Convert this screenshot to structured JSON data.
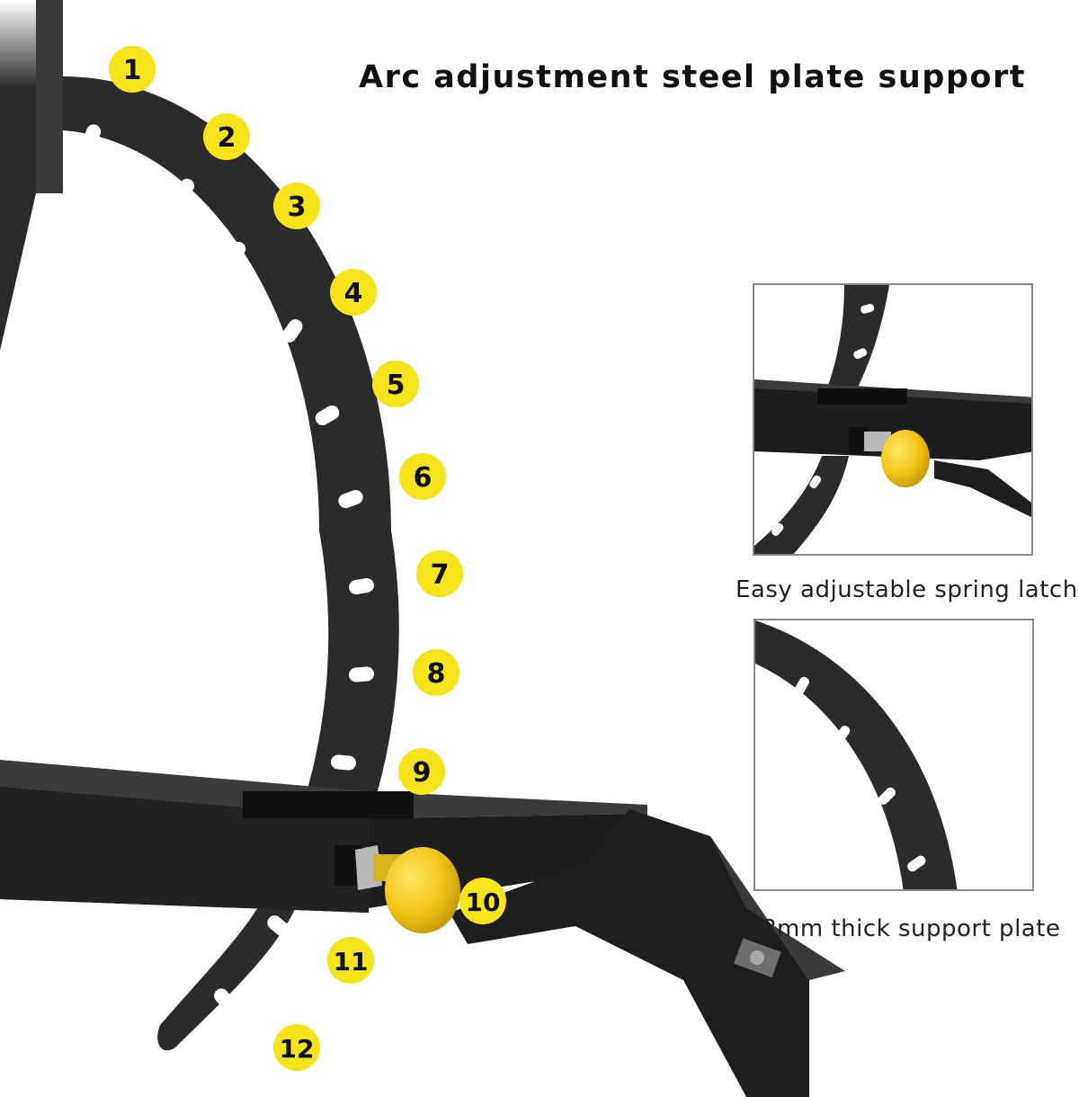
{
  "title": "Arc adjustment steel plate support",
  "hole_numbers": [
    "1",
    "2",
    "3",
    "4",
    "5",
    "6",
    "7",
    "8",
    "9",
    "10",
    "11",
    "12"
  ],
  "insets": [
    {
      "caption": "Easy adjustable spring latch",
      "icon": "spring-latch-closeup"
    },
    {
      "caption": "8mm thick support plate",
      "icon": "support-plate-closeup"
    }
  ],
  "colors": {
    "badge": "#f7e31c",
    "steel": "#2a2a2c",
    "tube": "#1c1c1e",
    "knob": "#f2c417"
  }
}
